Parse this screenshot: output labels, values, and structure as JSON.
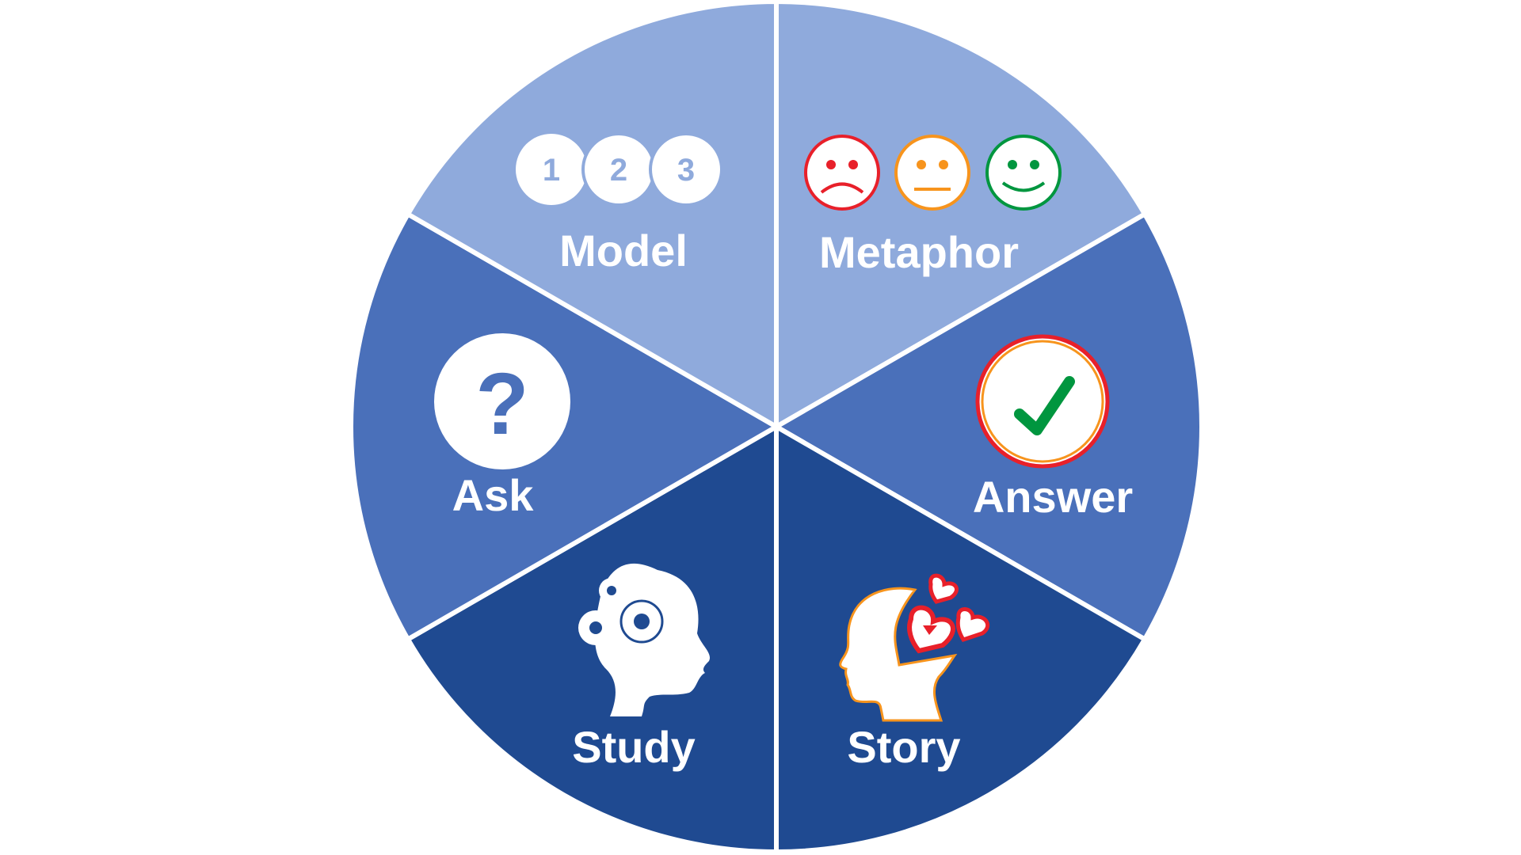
{
  "segments": [
    {
      "label": "Metaphor",
      "color": "#8FAADC"
    },
    {
      "label": "Answer",
      "color": "#4A70BA"
    },
    {
      "label": "Story",
      "color": "#1F4A91"
    },
    {
      "label": "Study",
      "color": "#1F4A91"
    },
    {
      "label": "Ask",
      "color": "#4A70BA"
    },
    {
      "label": "Model",
      "color": "#8FAADC"
    }
  ],
  "model_numbers": [
    "1",
    "2",
    "3"
  ],
  "ask_symbol": "?",
  "icons": {
    "metaphor": "sad-neutral-happy-faces-icon",
    "answer": "checkmark-icon",
    "story": "head-with-hearts-icon",
    "study": "head-with-gears-icon",
    "ask": "question-mark-icon",
    "model": "numbered-circles-icon"
  },
  "colors": {
    "sad": "#E8202A",
    "neutral": "#F7941D",
    "happy": "#00963F",
    "check": "#00963F"
  }
}
